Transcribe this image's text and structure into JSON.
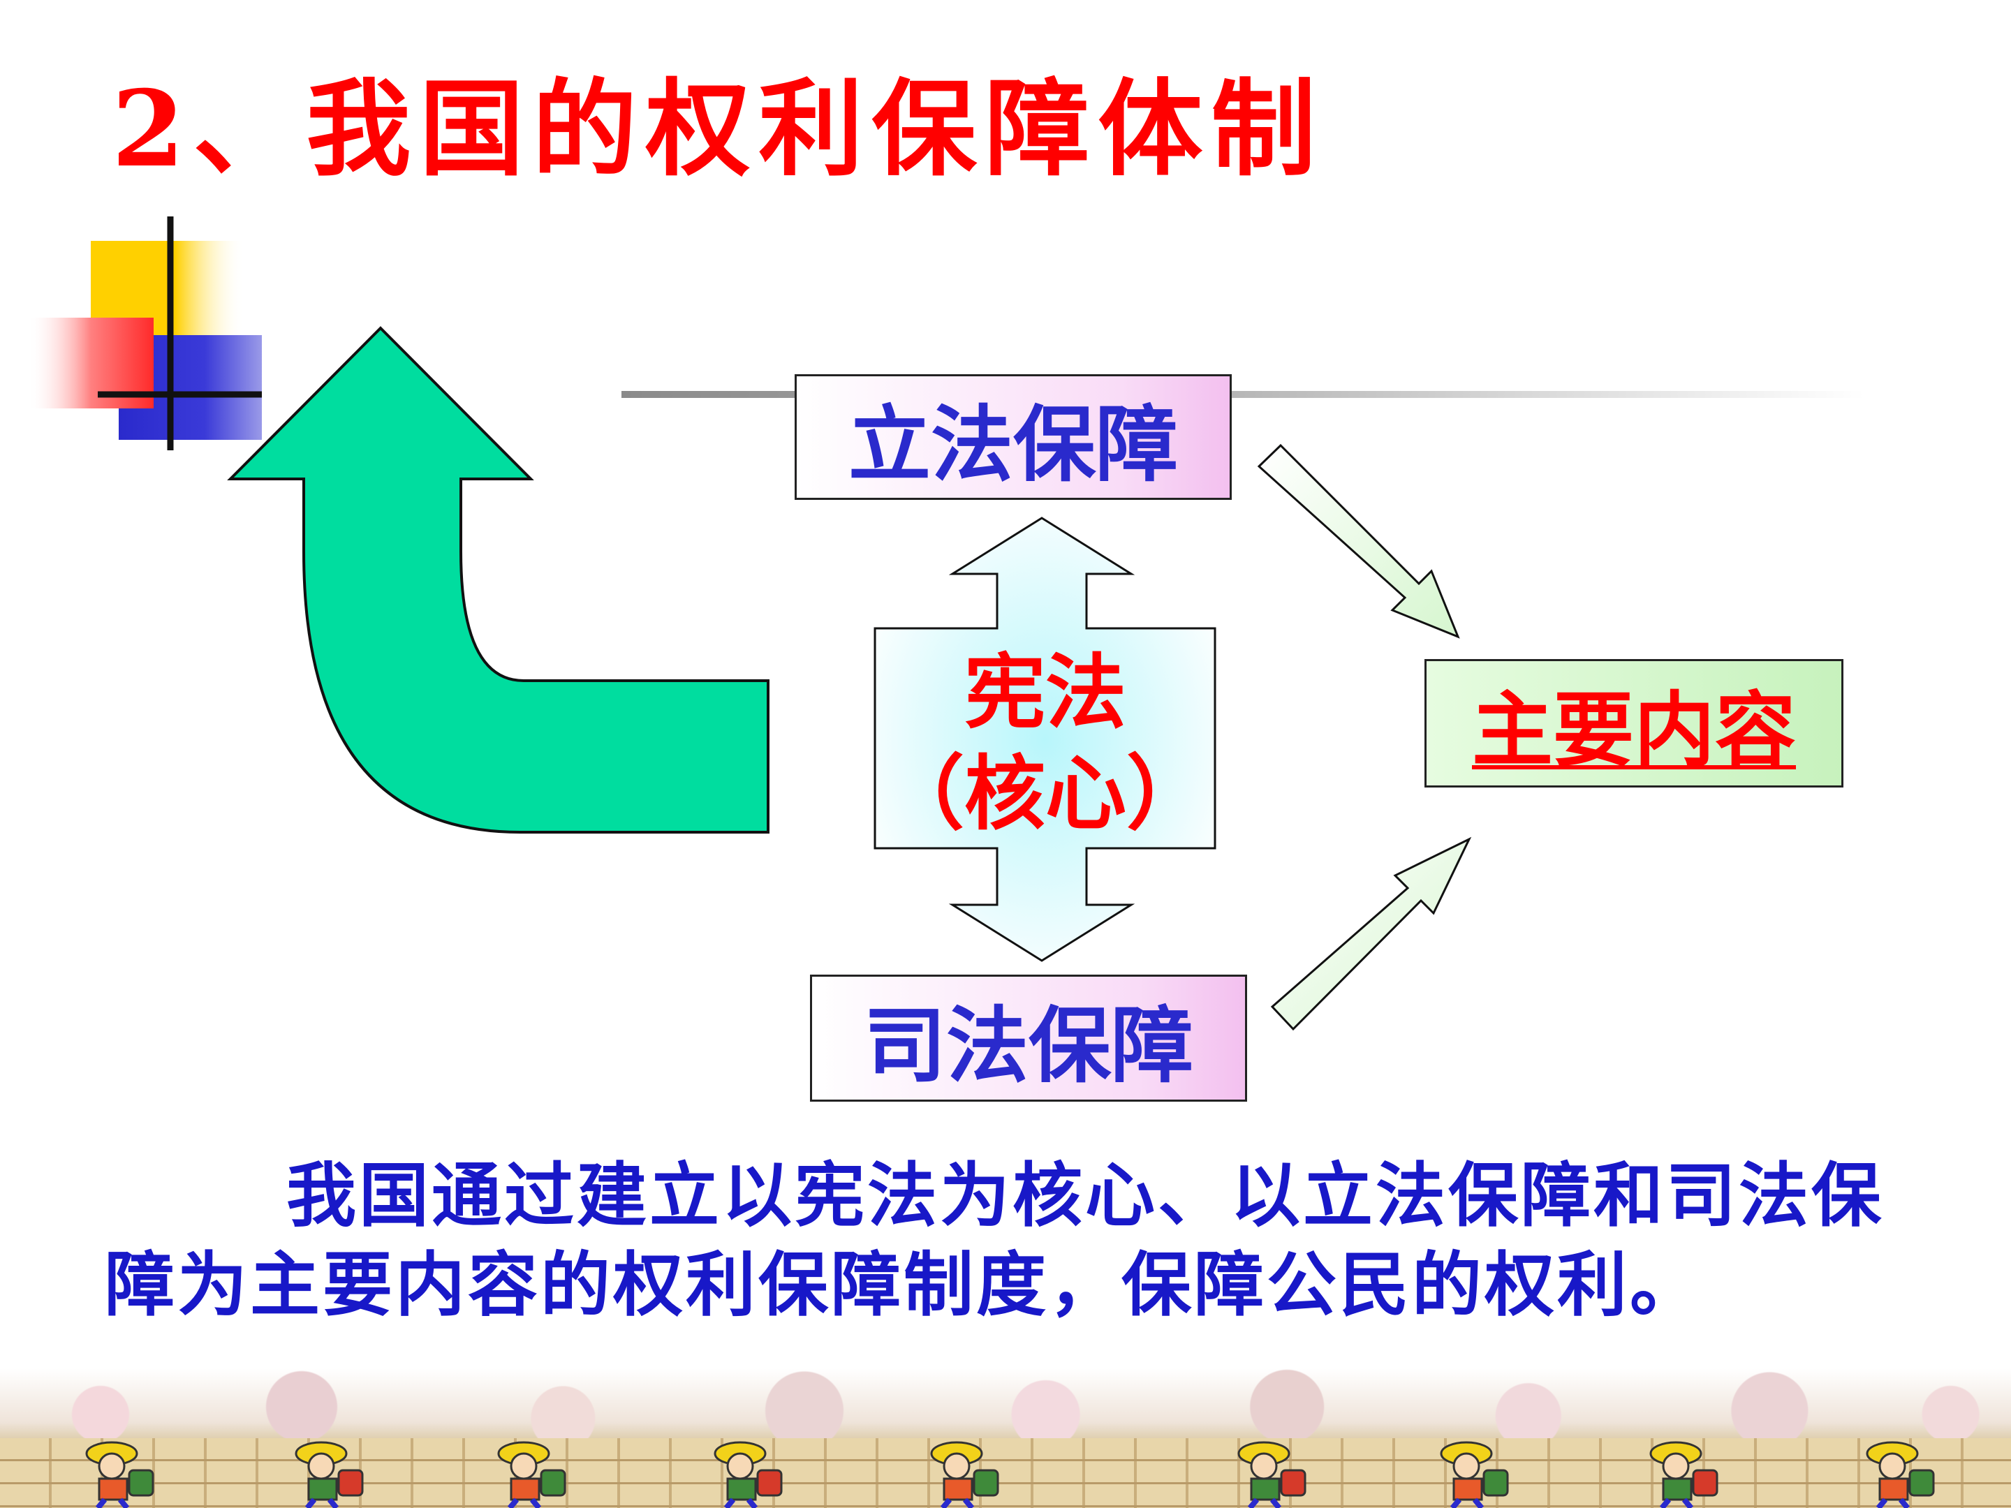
{
  "title": "2、我国的权利保障体制",
  "nodes": {
    "legislative": "立法保障",
    "judicial": "司法保障",
    "main_content": "主要内容",
    "constitution_line1": "宪法",
    "constitution_line2": "（核心）"
  },
  "conclusion": "我国通过建立以宪法为核心、以立法保障和司法保障为主要内容的权利保障制度，保障公民的权利。",
  "colors": {
    "title": "#ff0000",
    "node_text_blue": "#2a2acc",
    "highlight_red": "#ff0000",
    "big_arrow_green": "#00dd9f",
    "conclusion_blue": "#1818c8"
  },
  "icons": {
    "decoration": "color-squares-crosshair",
    "footer": "walking-children-illustration"
  }
}
